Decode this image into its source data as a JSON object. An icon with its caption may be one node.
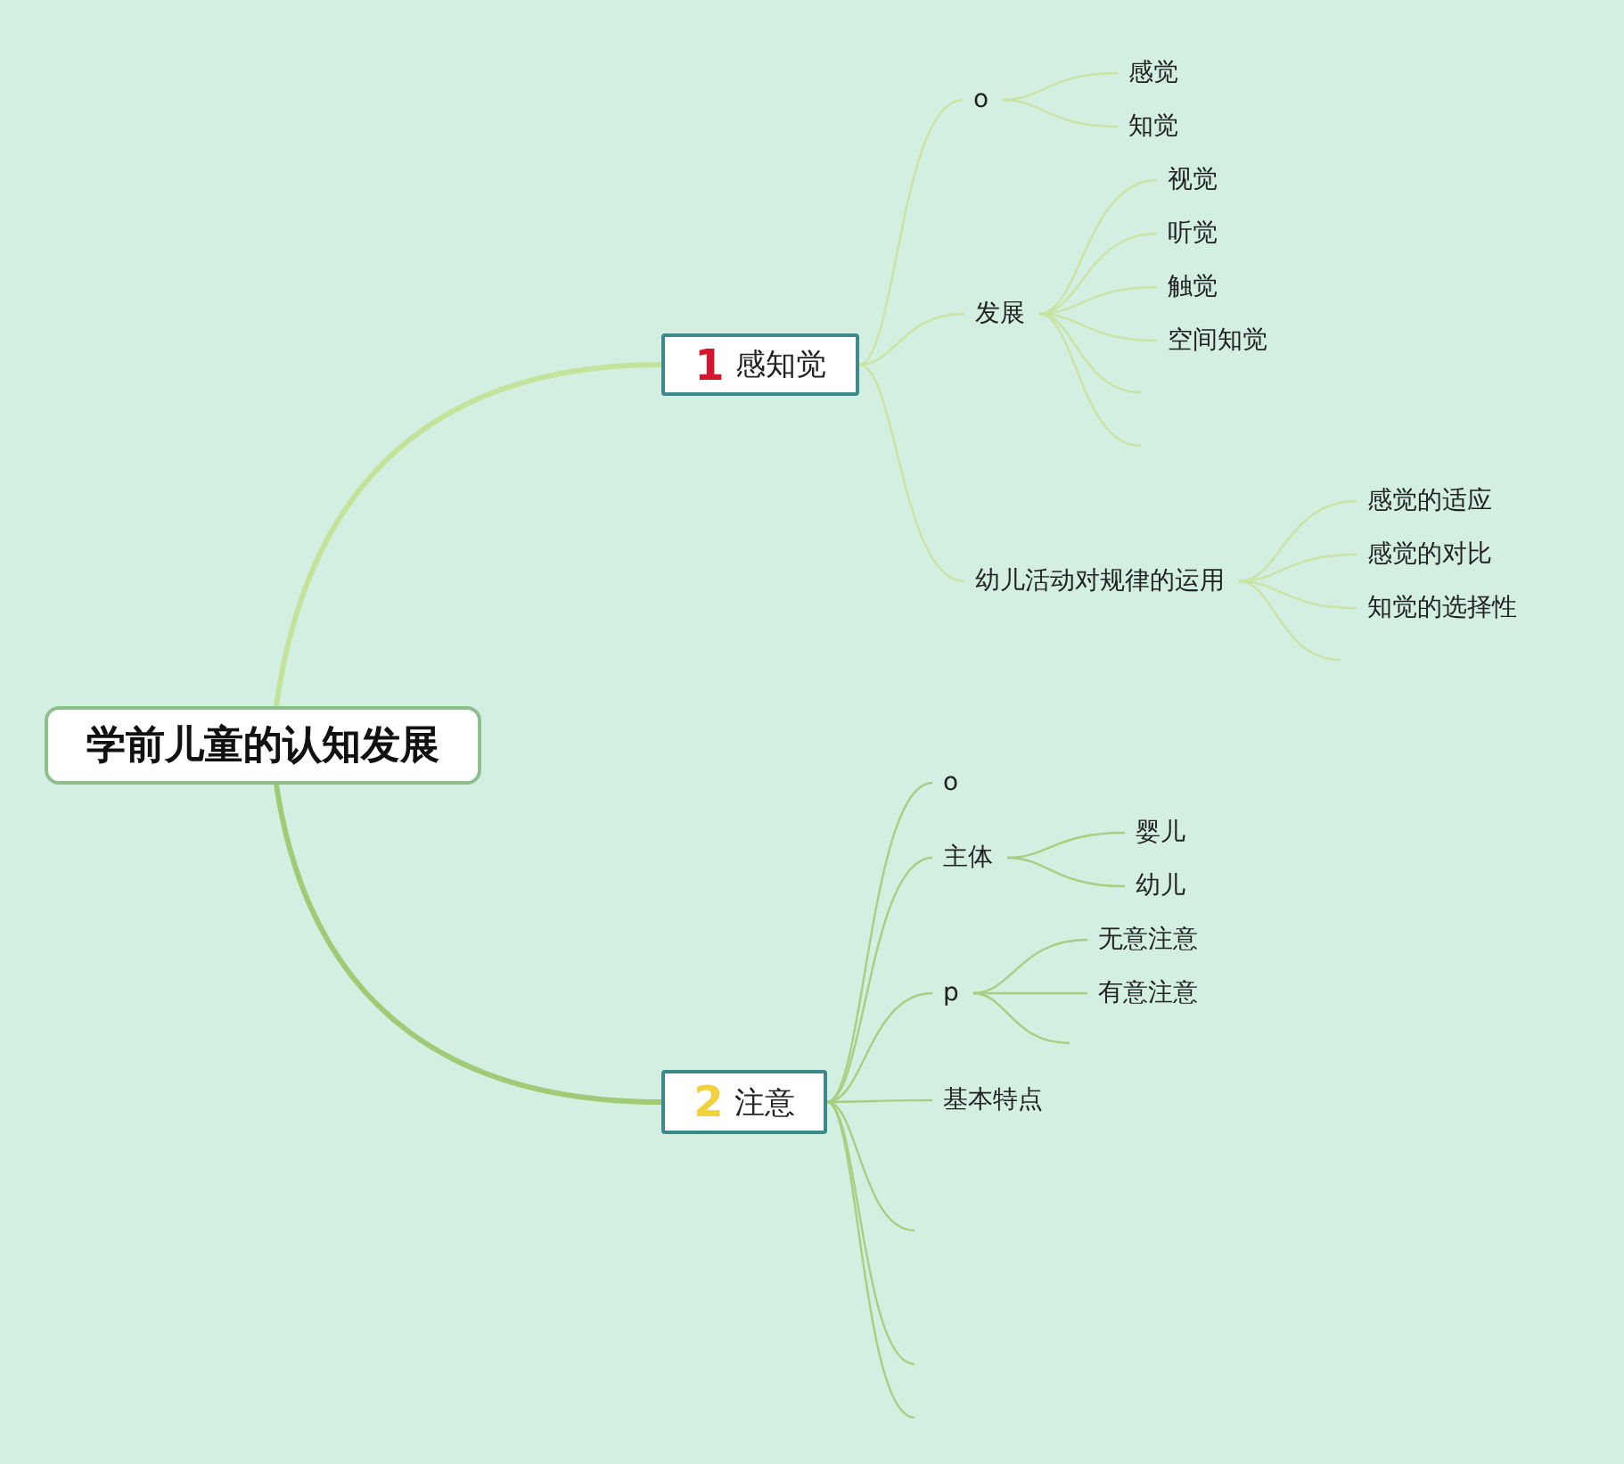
{
  "diagram": {
    "nodes": [
      {
        "text": [
          "学前儿童的认知发展"
        ]
      },
      {
        "text": [
          "1",
          "感知觉"
        ]
      },
      {
        "text": [
          "o"
        ]
      },
      {
        "text": [
          "感觉"
        ]
      },
      {
        "text": [
          "知觉"
        ]
      },
      {
        "text": [
          "发展"
        ]
      },
      {
        "text": [
          "视觉"
        ]
      },
      {
        "text": [
          "听觉"
        ]
      },
      {
        "text": [
          "触觉"
        ]
      },
      {
        "text": [
          "空间知觉"
        ]
      },
      {
        "text": [
          "幼儿活动对规律的运用"
        ]
      },
      {
        "text": [
          "感觉的适应"
        ]
      },
      {
        "text": [
          "感觉的对比"
        ]
      },
      {
        "text": [
          "知觉的选择性"
        ]
      },
      {
        "text": [
          "2",
          "注意"
        ]
      },
      {
        "text": [
          "o"
        ]
      },
      {
        "text": [
          "主体"
        ]
      },
      {
        "text": [
          "婴儿"
        ]
      },
      {
        "text": [
          "幼儿"
        ]
      },
      {
        "text": [
          "p"
        ]
      },
      {
        "text": [
          "无意注意"
        ]
      },
      {
        "text": [
          "有意注意"
        ]
      },
      {
        "text": [
          "基本特点"
        ]
      }
    ],
    "edges": [
      {
        "from": 0,
        "to": 1,
        "arrow": "none",
        "style": "thick",
        "color": "#c3e39b"
      },
      {
        "from": 0,
        "to": 14,
        "arrow": "none",
        "style": "thick",
        "color": "#9fcb76"
      },
      {
        "from": 1,
        "to": 2,
        "arrow": "none"
      },
      {
        "from": 1,
        "to": 5,
        "arrow": "none"
      },
      {
        "from": 1,
        "to": 10,
        "arrow": "none"
      },
      {
        "from": 2,
        "to": 3,
        "arrow": "none"
      },
      {
        "from": 2,
        "to": 4,
        "arrow": "none"
      },
      {
        "from": 5,
        "to": 6,
        "arrow": "none"
      },
      {
        "from": 5,
        "to": 7,
        "arrow": "none"
      },
      {
        "from": 5,
        "to": 8,
        "arrow": "none"
      },
      {
        "from": 5,
        "to": 9,
        "arrow": "none"
      },
      {
        "from": 5,
        "to": null,
        "arrow": "none"
      },
      {
        "from": 5,
        "to": null,
        "arrow": "none"
      },
      {
        "from": 10,
        "to": 11,
        "arrow": "none"
      },
      {
        "from": 10,
        "to": 12,
        "arrow": "none"
      },
      {
        "from": 10,
        "to": 13,
        "arrow": "none"
      },
      {
        "from": 10,
        "to": null,
        "arrow": "none"
      },
      {
        "from": 14,
        "to": 15,
        "arrow": "none",
        "color": "#a6cf80"
      },
      {
        "from": 14,
        "to": 16,
        "arrow": "none",
        "color": "#a6cf80"
      },
      {
        "from": 14,
        "to": 19,
        "arrow": "none",
        "color": "#a6cf80"
      },
      {
        "from": 14,
        "to": 22,
        "arrow": "none",
        "color": "#a6cf80"
      },
      {
        "from": 14,
        "to": null,
        "arrow": "none",
        "color": "#a6cf80"
      },
      {
        "from": 14,
        "to": null,
        "arrow": "none",
        "color": "#a6cf80"
      },
      {
        "from": 14,
        "to": null,
        "arrow": "none",
        "color": "#a6cf80"
      },
      {
        "from": 16,
        "to": 17,
        "arrow": "none",
        "color": "#a6cf80"
      },
      {
        "from": 16,
        "to": 18,
        "arrow": "none",
        "color": "#a6cf80"
      },
      {
        "from": 19,
        "to": 20,
        "arrow": "none",
        "color": "#a6cf80"
      },
      {
        "from": 19,
        "to": 21,
        "arrow": "none",
        "color": "#a6cf80"
      },
      {
        "from": 19,
        "to": null,
        "arrow": "none",
        "color": "#a6cf80"
      }
    ]
  }
}
